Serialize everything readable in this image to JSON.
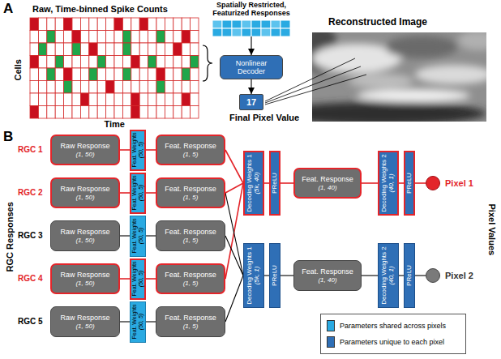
{
  "diagram": {
    "nodes": [
      {
        "text": [
          "Spatially Restricted, Featurized Responses"
        ]
      },
      {
        "text": [
          "Nonlinear Decoder"
        ]
      },
      {
        "text": [
          "17"
        ]
      },
      {
        "text": [
          "Raw Response",
          "(1, 50)"
        ]
      },
      {
        "text": [
          "Feat. Weights",
          "(50, 5)"
        ]
      },
      {
        "text": [
          "Feat. Response",
          "(1, 5)"
        ]
      },
      {
        "text": [
          "Raw Response",
          "(1, 50)"
        ]
      },
      {
        "text": [
          "Feat. Weights",
          "(50, 5)"
        ]
      },
      {
        "text": [
          "Feat. Response",
          "(1, 5)"
        ]
      },
      {
        "text": [
          "Raw Response",
          "(1, 50)"
        ]
      },
      {
        "text": [
          "Feat. Weights",
          "(50, 5)"
        ]
      },
      {
        "text": [
          "Feat. Response",
          "(1, 5)"
        ]
      },
      {
        "text": [
          "Raw Response",
          "(1, 50)"
        ]
      },
      {
        "text": [
          "Feat. Weights",
          "(50, 5)"
        ]
      },
      {
        "text": [
          "Feat. Response",
          "(1, 5)"
        ]
      },
      {
        "text": [
          "Raw Response",
          "(1, 50)"
        ]
      },
      {
        "text": [
          "Feat. Weights",
          "(50, 5)"
        ]
      },
      {
        "text": [
          "Feat. Response",
          "(1, 5)"
        ]
      },
      {
        "text": [
          "Decoding Weights 1",
          "(5k, 40)"
        ]
      },
      {
        "text": [
          "PReLU"
        ]
      },
      {
        "text": [
          "Feat. Response",
          "(1, 40)"
        ]
      },
      {
        "text": [
          "Decoding Weights 2",
          "(40, 1)"
        ]
      },
      {
        "text": [
          "PReLU"
        ]
      },
      {
        "text": [
          "Pixel 1"
        ]
      },
      {
        "text": [
          "Decoding Weights 1",
          "(5k, 1)"
        ]
      },
      {
        "text": [
          "PReLU"
        ]
      },
      {
        "text": [
          "Feat. Response",
          "(1, 40)"
        ]
      },
      {
        "text": [
          "Decoding Weights 2",
          "(40, 1)"
        ]
      },
      {
        "text": [
          "PReLU"
        ]
      },
      {
        "text": [
          "Pixel 2"
        ]
      }
    ],
    "edges": [
      {
        "from": 0,
        "to": 1,
        "arrow": "to"
      },
      {
        "from": 1,
        "to": 2,
        "arrow": "to"
      },
      {
        "from": 3,
        "to": 4,
        "arrow": "none"
      },
      {
        "from": 4,
        "to": 5,
        "arrow": "none"
      },
      {
        "from": 6,
        "to": 7,
        "arrow": "none"
      },
      {
        "from": 7,
        "to": 8,
        "arrow": "none"
      },
      {
        "from": 9,
        "to": 10,
        "arrow": "none"
      },
      {
        "from": 10,
        "to": 11,
        "arrow": "none"
      },
      {
        "from": 12,
        "to": 13,
        "arrow": "none"
      },
      {
        "from": 13,
        "to": 14,
        "arrow": "none"
      },
      {
        "from": 15,
        "to": 16,
        "arrow": "none"
      },
      {
        "from": 16,
        "to": 17,
        "arrow": "none"
      },
      {
        "from": 5,
        "to": 18,
        "arrow": "none"
      },
      {
        "from": 8,
        "to": 18,
        "arrow": "none"
      },
      {
        "from": 14,
        "to": 18,
        "arrow": "none"
      },
      {
        "from": 8,
        "to": 24,
        "arrow": "none"
      },
      {
        "from": 11,
        "to": 24,
        "arrow": "none"
      },
      {
        "from": 17,
        "to": 24,
        "arrow": "none"
      },
      {
        "from": 18,
        "to": 19,
        "arrow": "none"
      },
      {
        "from": 19,
        "to": 20,
        "arrow": "none"
      },
      {
        "from": 20,
        "to": 21,
        "arrow": "none"
      },
      {
        "from": 21,
        "to": 22,
        "arrow": "none"
      },
      {
        "from": 22,
        "to": 23,
        "arrow": "none"
      },
      {
        "from": 24,
        "to": 25,
        "arrow": "none"
      },
      {
        "from": 25,
        "to": 26,
        "arrow": "none"
      },
      {
        "from": 26,
        "to": 27,
        "arrow": "none"
      },
      {
        "from": 27,
        "to": 28,
        "arrow": "none"
      },
      {
        "from": 28,
        "to": 29,
        "arrow": "none"
      }
    ],
    "labels": [
      "A",
      "Raw, Time-binned Spike Counts",
      "Cells",
      "Time",
      "Final Pixel Value",
      "Reconstructed Image",
      "B",
      "RGC Responses",
      "RGC 1",
      "RGC 2",
      "RGC 3",
      "RGC 4",
      "RGC 5",
      "Pixel Values"
    ],
    "legend": [
      {
        "text": "Parameters shared across pixels",
        "color": "#2aaae2"
      },
      {
        "text": "Parameters unique to each pixel",
        "color": "#2f6fb6"
      }
    ]
  }
}
